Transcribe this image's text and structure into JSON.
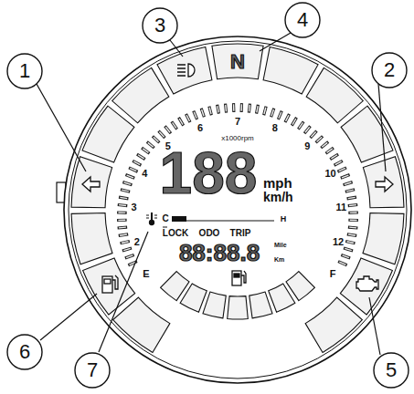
{
  "diagram": {
    "labels": [
      "1",
      "2",
      "3",
      "4",
      "5",
      "6",
      "7",
      "N",
      "2",
      "3",
      "4",
      "5",
      "6",
      "7",
      "8",
      "9",
      "10",
      "11",
      "12",
      "x1000rpm",
      "188",
      "mph",
      "km/h",
      "C",
      "H",
      "LOCK",
      "ODO",
      "TRIP",
      "88:88.8",
      "Mile",
      "Km",
      "E",
      "F"
    ]
  }
}
